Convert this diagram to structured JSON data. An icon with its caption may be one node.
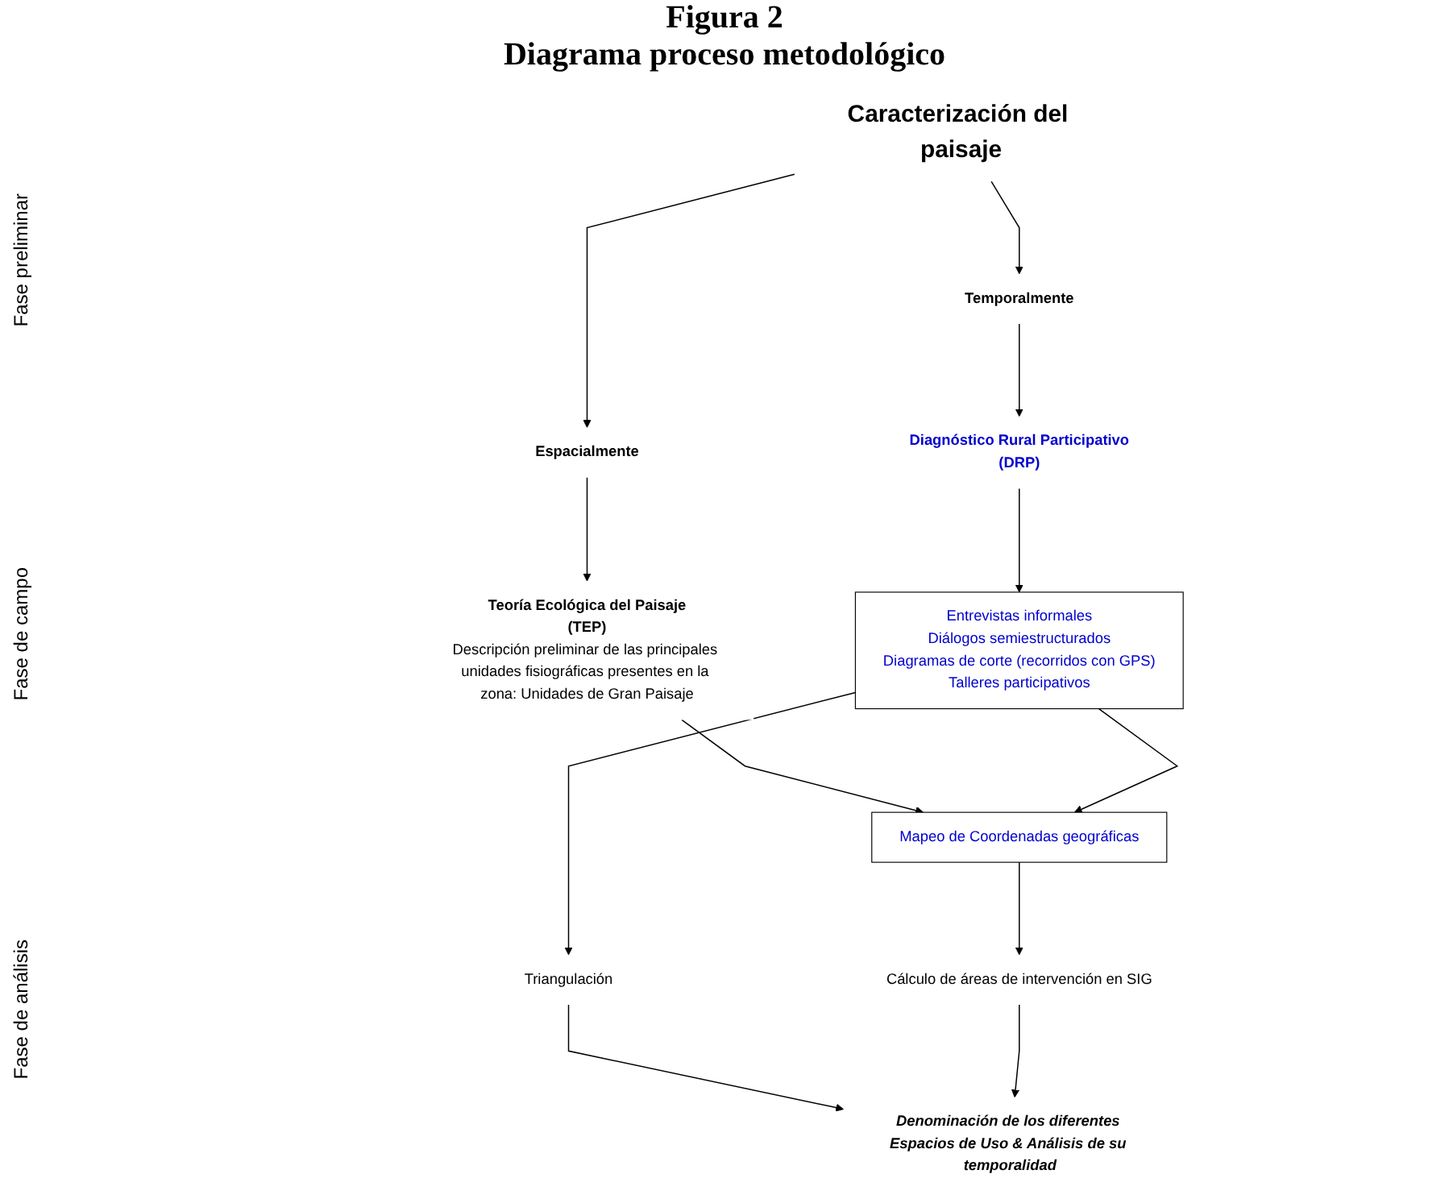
{
  "diagram": {
    "title": "Figura 2",
    "caption": "Diagrama proceso metodológico",
    "nodes": [
      {
        "text": [
          "Caracterización del paisaje"
        ]
      },
      {
        "text": [
          "Temporalmente"
        ]
      },
      {
        "text": [
          "Espacialmente"
        ]
      },
      {
        "text": [
          "Diagnóstico Rural Participativo",
          "(DRP)"
        ]
      },
      {
        "text": [
          "Teoría Ecológica del Paisaje",
          "(TEP)",
          "Descripción preliminar de las principales unidades fisiográficas presentes en la zona: Unidades de Gran Paisaje"
        ]
      },
      {
        "text": [
          "Entrevistas informales",
          "Diálogos semiestructurados",
          "Diagramas de corte (recorridos con GPS)",
          "Talleres participativos"
        ]
      },
      {
        "text": [
          "Mapeo de Coordenadas geográficas"
        ]
      },
      {
        "text": [
          "Triangulación"
        ]
      },
      {
        "text": [
          "Cálculo de áreas de intervención en SIG"
        ]
      },
      {
        "text": [
          "Denominación de los diferentes Espacios de Uso & Análisis de su temporalidad"
        ]
      }
    ],
    "edges": [
      {
        "from": 0,
        "to": 1,
        "arrow": "to"
      },
      {
        "from": 0,
        "to": 2,
        "arrow": "to"
      },
      {
        "from": 1,
        "to": 3,
        "arrow": "to"
      },
      {
        "from": 2,
        "to": 4,
        "arrow": "to"
      },
      {
        "from": 3,
        "to": 5,
        "arrow": "to"
      },
      {
        "from": 4,
        "to": 6,
        "arrow": "to"
      },
      {
        "from": 5,
        "to": 6,
        "arrow": "to"
      },
      {
        "from": 5,
        "to": 7,
        "arrow": "to"
      },
      {
        "from": 6,
        "to": 8,
        "arrow": "to"
      },
      {
        "from": 7,
        "to": 9,
        "arrow": "to"
      },
      {
        "from": 8,
        "to": 9,
        "arrow": "to"
      }
    ],
    "labels": [
      "Fase preliminar",
      "Fase de campo",
      "Fase de análisis"
    ]
  }
}
